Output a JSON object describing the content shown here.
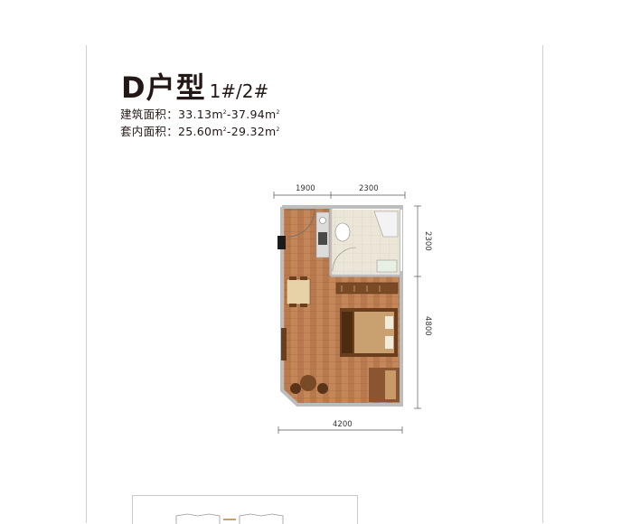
{
  "header": {
    "unit_type": "D户型",
    "buildings": "1#/2#"
  },
  "specs": {
    "building_area_label": "建筑面积：",
    "building_area_from": "33.13",
    "building_area_sep": "-",
    "building_area_to": "37.94",
    "inner_area_label": "套内面积：",
    "inner_area_from": "25.60",
    "inner_area_sep": "-",
    "inner_area_to": "29.32",
    "unit_m": "m",
    "unit_sup": "2"
  },
  "dimensions": {
    "top_left": "1900",
    "top_right": "2300",
    "right_upper": "2300",
    "right_lower": "4800",
    "bottom": "4200"
  },
  "colors": {
    "floor_wood": "#b8794e",
    "wall": "#bdbdbd",
    "bathroom_tile": "#ece6d8",
    "bed_wood": "#6b3f1e"
  }
}
